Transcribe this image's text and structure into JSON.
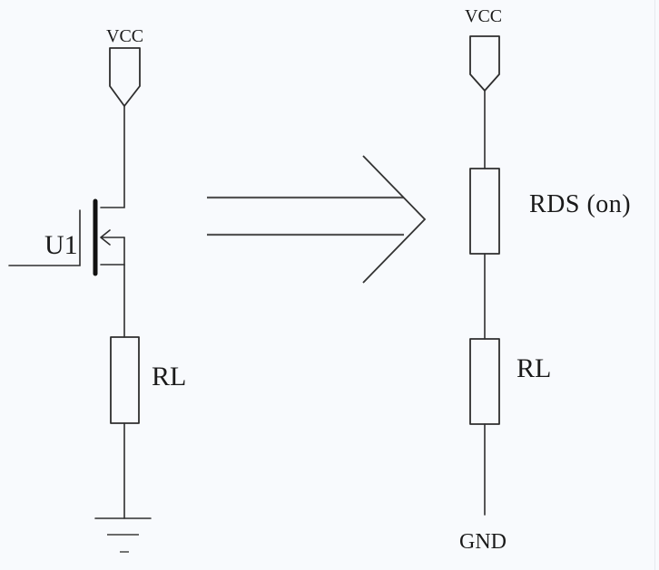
{
  "diagram": {
    "title": "MOSFET switch equivalent circuit",
    "colors": {
      "background": "#f8fafd",
      "stroke": "#2e2e2e",
      "text": "#1a1a1a"
    },
    "left_circuit": {
      "supply_label": "VCC",
      "transistor_label": "U1",
      "load_label": "RL",
      "ground_symbol": "ground-icon"
    },
    "transform_arrow": "double-arrow-right-icon",
    "right_circuit": {
      "supply_label": "VCC",
      "on_resistance_label": "RDS (on)",
      "load_label": "RL",
      "ground_label": "GND"
    }
  }
}
